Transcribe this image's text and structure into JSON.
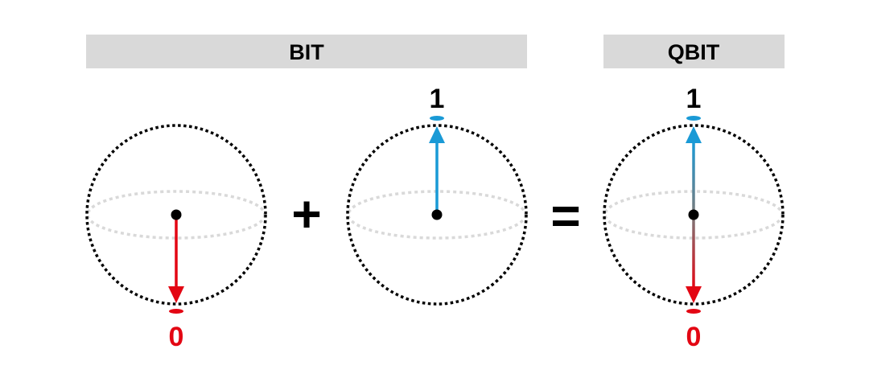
{
  "headers": {
    "bit": "BIT",
    "qbit": "QBIT"
  },
  "operators": {
    "plus": "+",
    "equals": "="
  },
  "spheres": {
    "bit_zero": {
      "label": "0"
    },
    "bit_one": {
      "label": "1"
    },
    "qbit": {
      "top_label": "1",
      "bottom_label": "0"
    }
  },
  "colors": {
    "zero": "#e30613",
    "one": "#1a9ad6",
    "header_bg": "#d9d9d9",
    "equator": "#d9d9d9"
  }
}
